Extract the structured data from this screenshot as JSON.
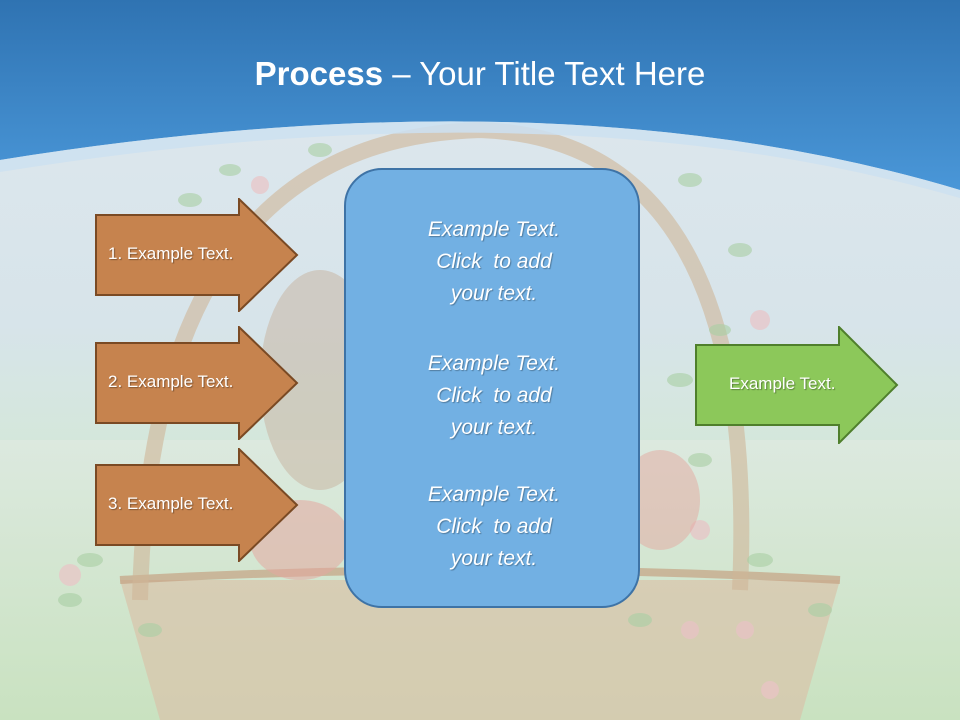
{
  "slide": {
    "title_bold": "Process",
    "title_rest": " – Your Title Text Here"
  },
  "left_arrows": [
    {
      "label": "1. Example Text."
    },
    {
      "label": "2. Example Text."
    },
    {
      "label": "3. Example Text."
    }
  ],
  "center_box": {
    "blocks": [
      {
        "line1": "Example Text.",
        "line2": "Click  to add",
        "line3": "your text."
      },
      {
        "line1": "Example Text.",
        "line2": "Click  to add",
        "line3": "your text."
      },
      {
        "line1": "Example Text.",
        "line2": "Click  to add",
        "line3": "your text."
      }
    ]
  },
  "right_arrow": {
    "label": "Example Text."
  },
  "colors": {
    "header_blue": "#3a86cc",
    "left_arrow_fill": "#c6834e",
    "center_fill": "#72b0e3",
    "right_arrow_fill": "#8cc85a"
  }
}
